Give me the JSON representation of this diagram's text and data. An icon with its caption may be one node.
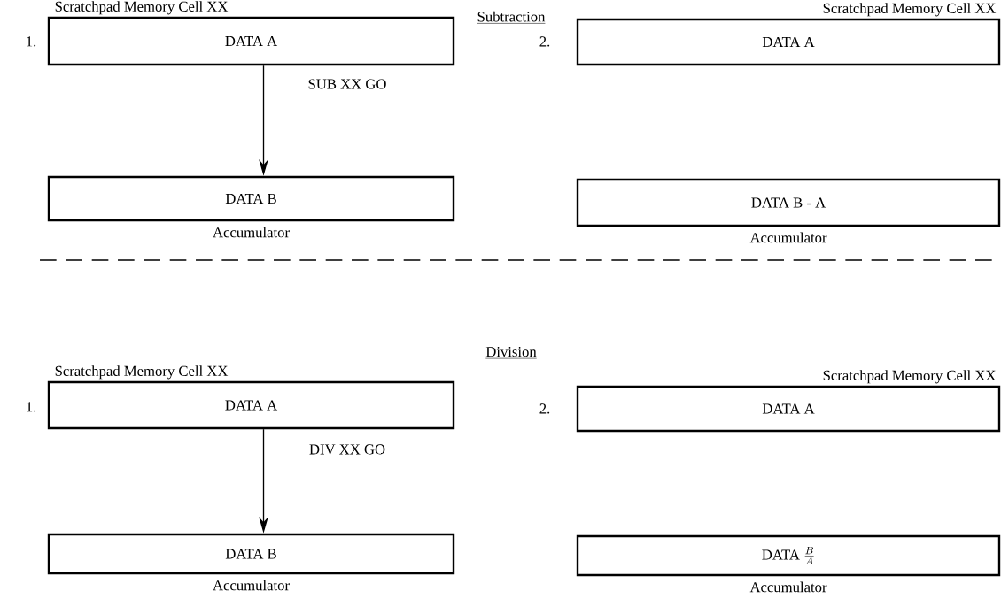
{
  "diagram": {
    "nodes": [
      {
        "text": [
          "Scratchpad Memory Cell XX",
          "DATA A"
        ]
      },
      {
        "text": [
          "DATA B",
          "Accumulator"
        ]
      },
      {
        "text": [
          "Scratchpad Memory Cell XX",
          "DATA A"
        ]
      },
      {
        "text": [
          "DATA B - A",
          "Accumulator"
        ]
      },
      {
        "text": [
          "Scratchpad Memory Cell XX",
          "DATA A"
        ]
      },
      {
        "text": [
          "DATA B",
          "Accumulator"
        ]
      },
      {
        "text": [
          "Scratchpad Memory Cell XX",
          "DATA A"
        ]
      },
      {
        "text": [
          "DATA",
          "\\frac{B}{A}",
          "Accumulator"
        ]
      }
    ],
    "edges": [
      {
        "from": 0,
        "to": 1,
        "arrow": "to",
        "label": "SUB XX GO"
      },
      {
        "from": 4,
        "to": 5,
        "arrow": "to",
        "label": "DIV XX GO"
      }
    ],
    "labels": [
      "Subtraction",
      "1.",
      "2.",
      "Division",
      "1.",
      "2."
    ]
  }
}
